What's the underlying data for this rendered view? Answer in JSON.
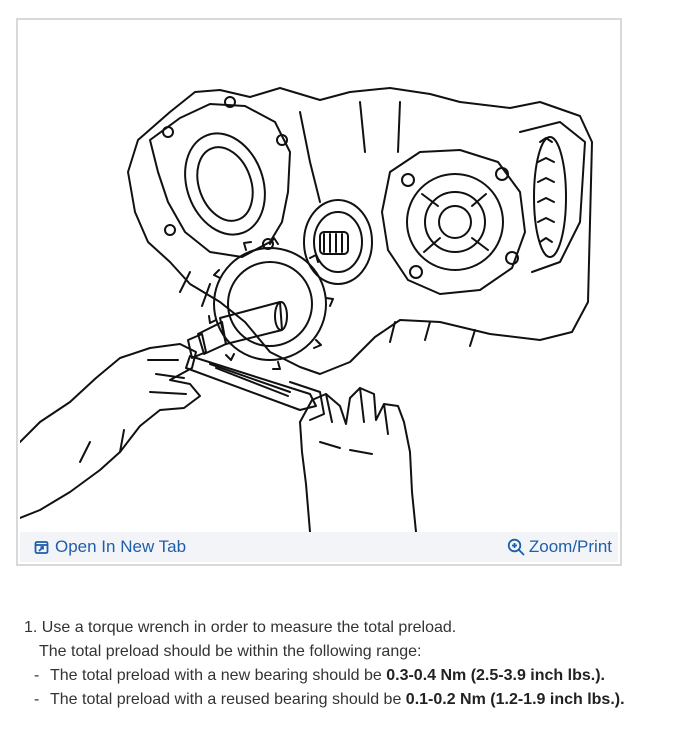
{
  "figure": {
    "open_tab_label": "Open In New Tab",
    "zoom_label": "Zoom/Print",
    "open_tab_icon": "open-in-new-tab-icon",
    "zoom_icon": "zoom-in-icon",
    "link_color": "#1f5ea8"
  },
  "steps": [
    {
      "number": "1.",
      "text": "Use a torque wrench in order to measure the total preload.",
      "continuation": "The total preload should be within the following range:",
      "bullets": [
        {
          "dash": "-",
          "text": "The total preload with a new bearing should be ",
          "value": "0.3-0.4 Nm (2.5-3.9 inch lbs.)."
        },
        {
          "dash": "-",
          "text": "The total preload with a reused bearing should be ",
          "value": "0.1-0.2 Nm (1.2-1.9 inch lbs.)."
        }
      ]
    }
  ]
}
